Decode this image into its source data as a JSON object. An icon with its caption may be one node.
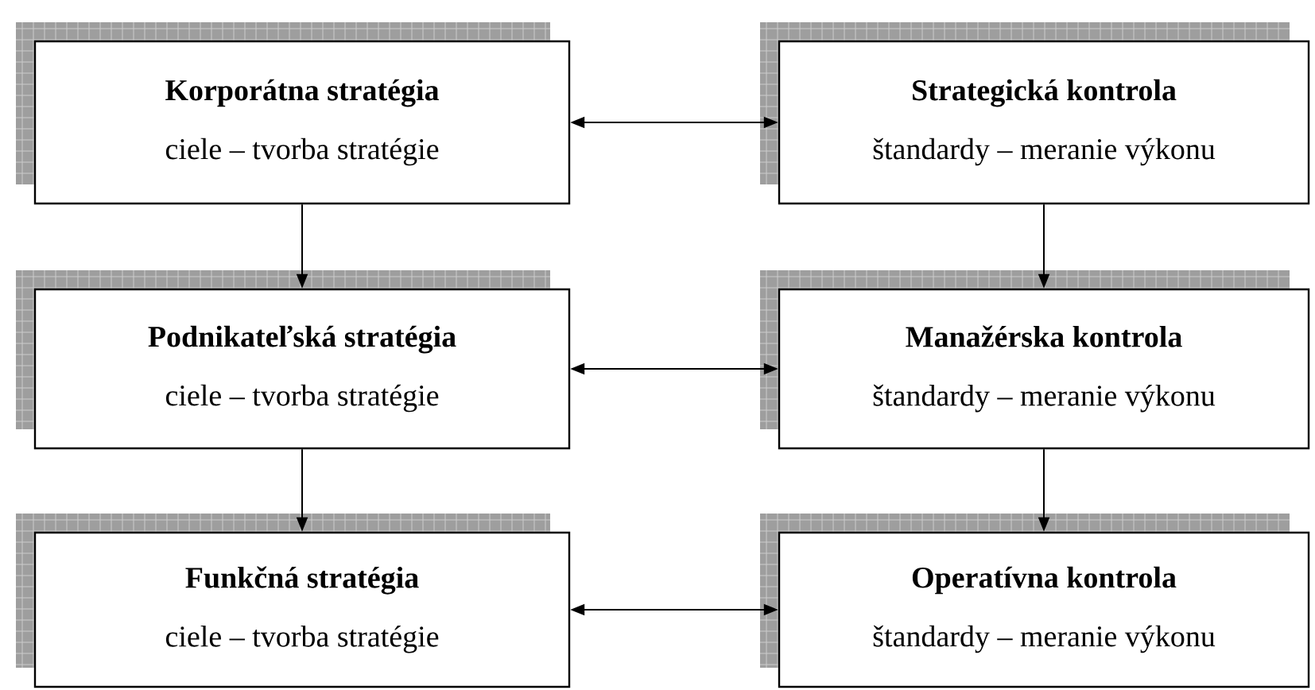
{
  "diagram": {
    "nodes": [
      {
        "text": [
          "Korporátna stratégia",
          "ciele – tvorba stratégie"
        ]
      },
      {
        "text": [
          "Strategická kontrola",
          "štandardy – meranie výkonu"
        ]
      },
      {
        "text": [
          "Podnikateľská stratégia",
          "ciele – tvorba stratégie"
        ]
      },
      {
        "text": [
          "Manažérska kontrola",
          "štandardy – meranie výkonu"
        ]
      },
      {
        "text": [
          "Funkčná stratégia",
          "ciele – tvorba stratégie"
        ]
      },
      {
        "text": [
          "Operatívna kontrola",
          "štandardy – meranie výkonu"
        ]
      }
    ],
    "edges": [
      {
        "from": 0,
        "to": 1,
        "arrow": "both"
      },
      {
        "from": 0,
        "to": 2,
        "arrow": "to"
      },
      {
        "from": 1,
        "to": 3,
        "arrow": "to"
      },
      {
        "from": 2,
        "to": 3,
        "arrow": "both"
      },
      {
        "from": 2,
        "to": 4,
        "arrow": "to"
      },
      {
        "from": 3,
        "to": 5,
        "arrow": "to"
      },
      {
        "from": 4,
        "to": 5,
        "arrow": "both"
      }
    ]
  }
}
